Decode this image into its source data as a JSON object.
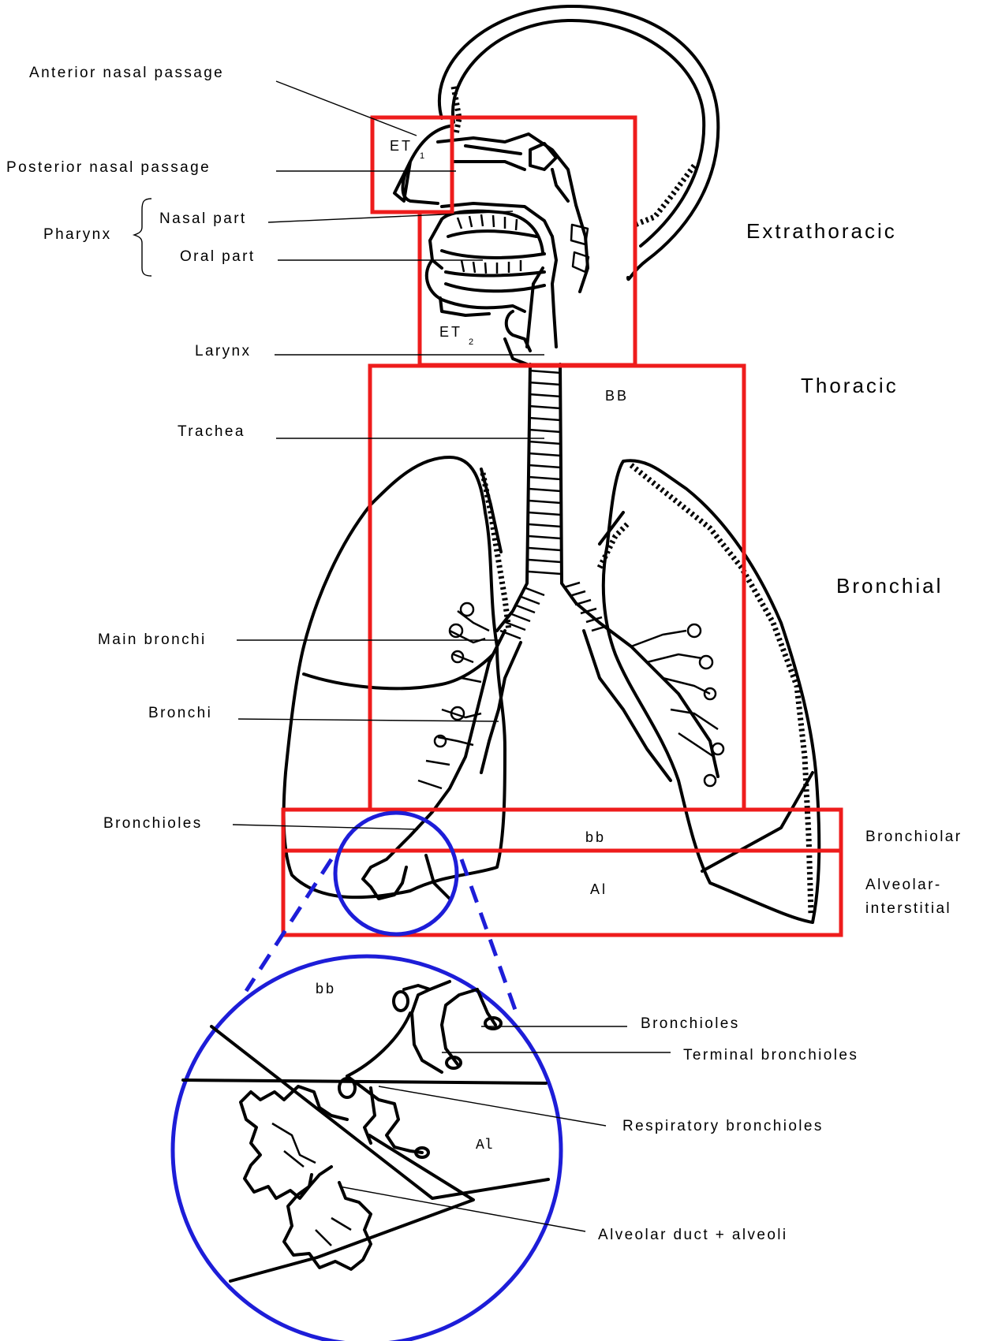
{
  "labels": {
    "anterior_nasal_passage": "Anterior nasal passage",
    "posterior_nasal_passage": "Posterior nasal passage",
    "pharynx": "Pharynx",
    "nasal_part": "Nasal part",
    "oral_part": "Oral part",
    "larynx": "Larynx",
    "trachea": "Trachea",
    "main_bronchi": "Main bronchi",
    "bronchi": "Bronchi",
    "bronchioles": "Bronchioles"
  },
  "regions": {
    "extrathoracic": "Extrathoracic",
    "thoracic": "Thoracic",
    "bronchial": "Bronchial",
    "bronchiolar": "Bronchiolar",
    "alveolar_line1": "Alveolar-",
    "alveolar_line2": "interstitial"
  },
  "boxes": {
    "et1": "ET",
    "et1_sub": "1",
    "et2": "ET",
    "et2_sub": "2",
    "bb_upper": "BB",
    "bb_lower": "bb",
    "al": "Al"
  },
  "inset": {
    "bb": "bb",
    "al": "Al",
    "bronchioles": "Bronchioles",
    "terminal_bronchioles": "Terminal  bronchioles",
    "respiratory_bronchioles": "Respiratory  bronchioles",
    "alveolar_duct": "Alveolar duct + alveoli"
  },
  "colors": {
    "region_box": "#ee1c1c",
    "magnifier": "#1d1dd8",
    "line": "#000000"
  }
}
